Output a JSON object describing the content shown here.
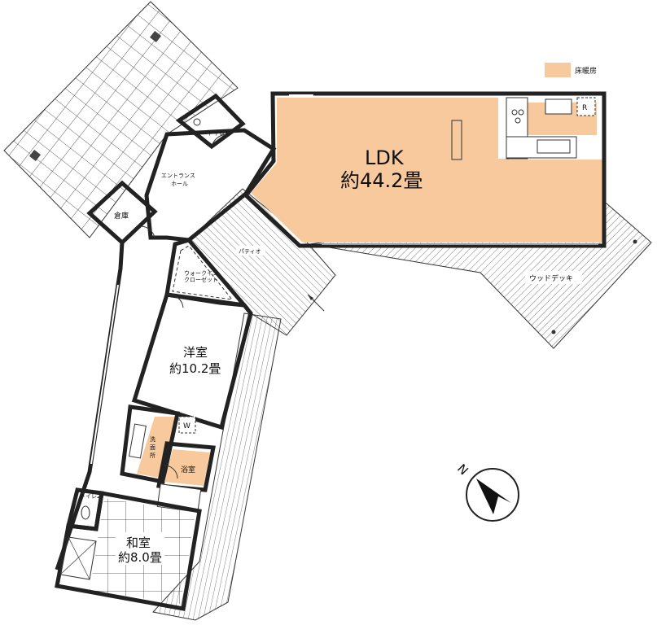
{
  "legend": {
    "label": "床暖房",
    "swatch_color": "#f7c99c"
  },
  "rooms": {
    "ldk_title": "LDK",
    "ldk_area": "約44.2畳",
    "western_title": "洋室",
    "western_area": "約10.2畳",
    "japanese_title": "和室",
    "japanese_area": "約8.0畳",
    "entrance_hall_line1": "エントランス",
    "entrance_hall_line2": "ホール",
    "storage": "倉庫",
    "toilet1": "トイレ1",
    "toilet2": "トイレ2",
    "walkin_line1": "ウォークイン",
    "walkin_line2": "クローゼット",
    "washroom_line1": "洗",
    "washroom_line2": "面",
    "washroom_line3": "所",
    "bathroom": "浴室",
    "patio": "パティオ",
    "wood_deck": "ウッドデッキ",
    "fridge": "R",
    "washer": "W"
  },
  "compass": {
    "label": "N"
  },
  "colors": {
    "floor_heating": "#f7c99c",
    "wall": "#222222"
  }
}
